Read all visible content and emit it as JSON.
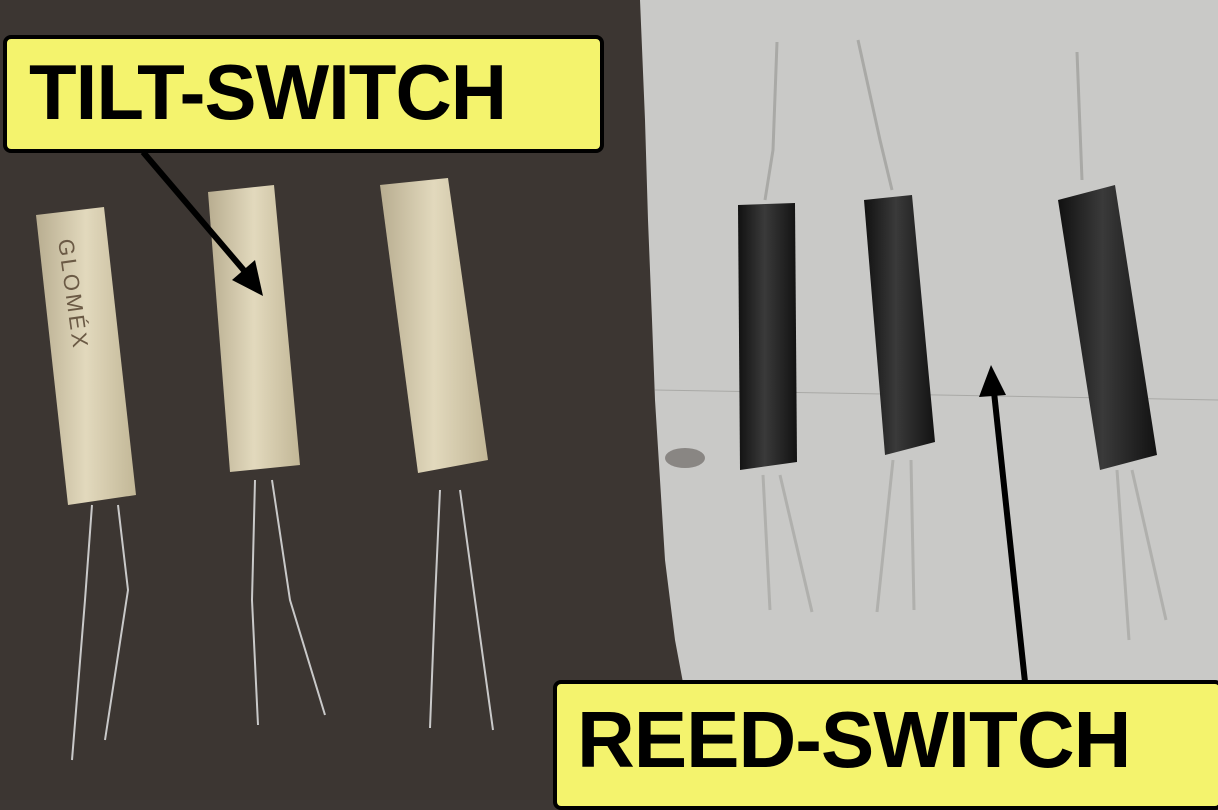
{
  "labels": {
    "tilt": "TILT-SWITCH",
    "reed": "REED-SWITCH"
  },
  "components": {
    "tilt_switches": [
      {
        "marking": "GLOMÉX",
        "color": "#d9cfb0"
      },
      {
        "marking": "",
        "color": "#d9cfb0"
      },
      {
        "marking": "",
        "color": "#d3c6a8"
      }
    ],
    "reed_switches": [
      {
        "color": "#1c1c1c"
      },
      {
        "color": "#1c1c1c"
      },
      {
        "color": "#1e1e1e"
      }
    ]
  },
  "colors": {
    "label_bg": "#f4f36d",
    "dark_surface": "#3d3734",
    "light_surface": "#d4d4d2"
  }
}
